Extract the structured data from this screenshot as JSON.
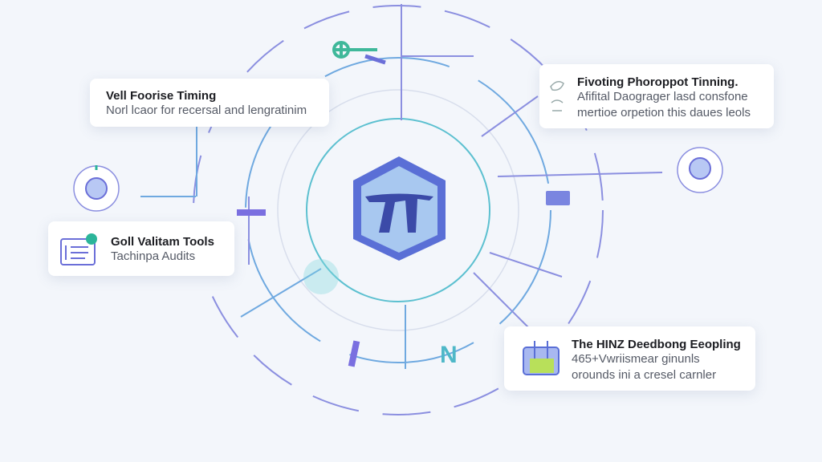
{
  "colors": {
    "accent_purple": "#6b6fd8",
    "accent_teal": "#4fb8c8",
    "accent_green": "#2bb59a",
    "background": "#f3f6fb"
  },
  "center": {
    "icon": "hexagon-badge-icon"
  },
  "cards": {
    "top_left": {
      "title": "Vell Foorise Timing",
      "subtitle": "Norl lcaor for recersal and lengratinim"
    },
    "top_right": {
      "title": "Fivoting Phoroppot Tinning.",
      "line1": "Afifital Daograger lasd consfone",
      "line2": "mertioe orpetion this daues leols",
      "icon": "face-outline-icon"
    },
    "left": {
      "title": "Goll Valitam Tools",
      "subtitle": "Tachinpa Audits",
      "icon": "checklist-icon"
    },
    "bottom_right": {
      "title": "The HINZ Deedbong Eeopling",
      "line1": "465+Vwriismear ginunls",
      "line2": "orounds ini a cresel carnler",
      "icon": "machine-illustration-icon"
    }
  }
}
